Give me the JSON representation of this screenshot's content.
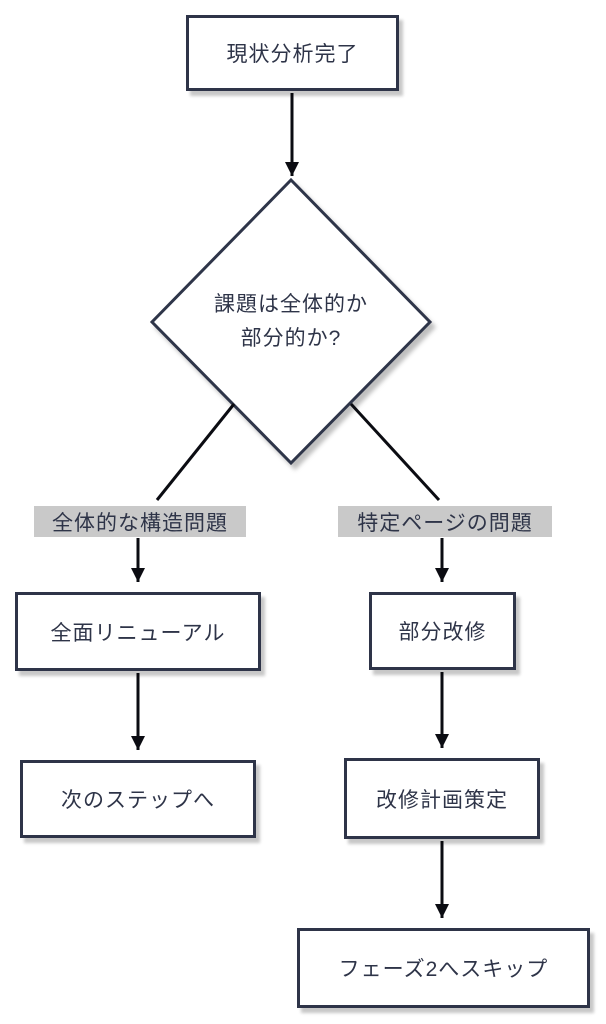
{
  "diagram": {
    "nodes": {
      "start": {
        "label": "現状分析完了"
      },
      "decision": {
        "line1": "課題は全体的か",
        "line2": "部分的か?"
      },
      "renewal": {
        "label": "全面リニューアル"
      },
      "next_step": {
        "label": "次のステップへ"
      },
      "partial": {
        "label": "部分改修"
      },
      "plan": {
        "label": "改修計画策定"
      },
      "phase2": {
        "label": "フェーズ2へスキップ"
      }
    },
    "edge_labels": {
      "left": "全体的な構造問題",
      "right": "特定ページの問題"
    },
    "colors": {
      "node_border": "#2e3448",
      "node_fill": "#ffffff",
      "text": "#2e3448",
      "arrow": "#0b0c12",
      "edge_label_bg": "#c9c9c9",
      "background": "#ffffff"
    }
  }
}
